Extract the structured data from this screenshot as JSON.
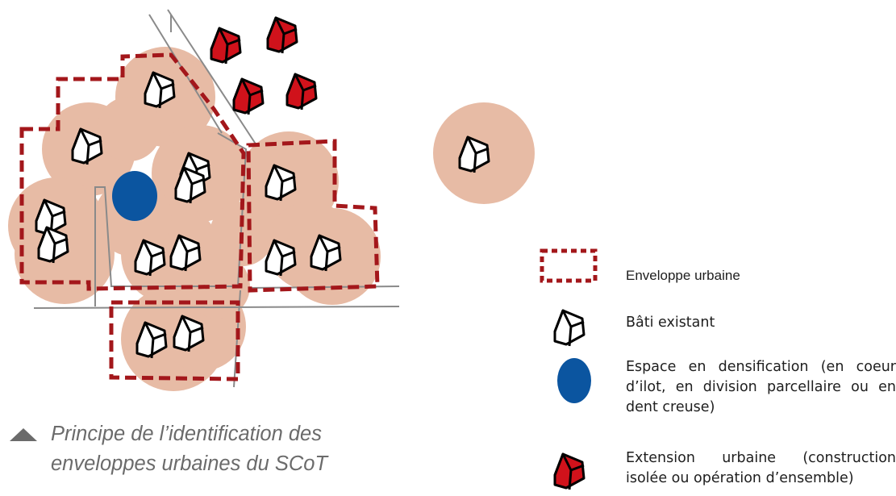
{
  "legend": {
    "envelope_label": "Enveloppe urbaine",
    "existing_label": "Bâti existant",
    "densification_label": "Espace en densification (en coeur d’ilot, en division parcellaire ou en dent creuse)",
    "extension_label": "Extension urbaine (construction isolée ou opération d’ensemble)"
  },
  "caption": {
    "text": "Principe de l’identification des enveloppes urbaines du SCoT"
  },
  "colors": {
    "buffer": "#e7bba5",
    "envelope_dash": "#a3171b",
    "extension_house": "#d0121b",
    "densification": "#0b55a0",
    "road": "#8a8a8a",
    "caption_marker": "#6b6b6b"
  },
  "icons": {
    "existing_house": "house-outline-icon",
    "extension_house": "house-red-icon",
    "densification": "blue-ellipse-icon",
    "envelope": "dashed-rect-icon",
    "caption_marker": "triangle-up-icon"
  }
}
